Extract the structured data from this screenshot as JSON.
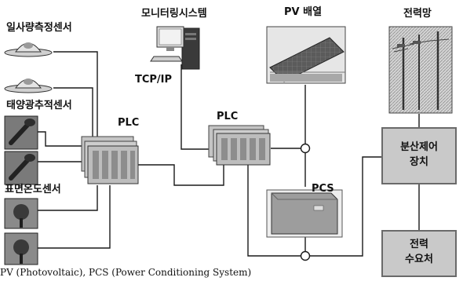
{
  "labels": {
    "irradiance_sensor": "일사량측정센서",
    "monitoring_system": "모니터링시스템",
    "pv_array": "PV 배열",
    "power_grid": "전력망",
    "tcp_ip": "TCP/IP",
    "solar_tracking_sensor": "태양광추적센서",
    "plc_left": "PLC",
    "plc_right": "PLC",
    "surface_temp_sensor": "표면온도센서",
    "pcs": "PCS"
  },
  "boxes": {
    "distributed_control": {
      "line1": "분산제어",
      "line2": "장치"
    },
    "power_consumer": {
      "line1": "전력",
      "line2": "수요처"
    }
  },
  "caption": "PV (Photovoltaic), PCS (Power Conditioning System)",
  "colors": {
    "line": "#1a1a1a",
    "box_fill": "#c9c9c9",
    "box_border": "#6a6a6a",
    "device": "#bdbdbd"
  },
  "icons": {
    "irradiance": "dome-sensor-icon",
    "tracking": "sun-tracker-icon",
    "temperature": "temperature-probe-icon",
    "plc": "plc-rack-icon",
    "monitor": "computer-icon",
    "pv": "solar-panel-icon",
    "grid": "power-line-icon",
    "pcs": "inverter-icon"
  }
}
